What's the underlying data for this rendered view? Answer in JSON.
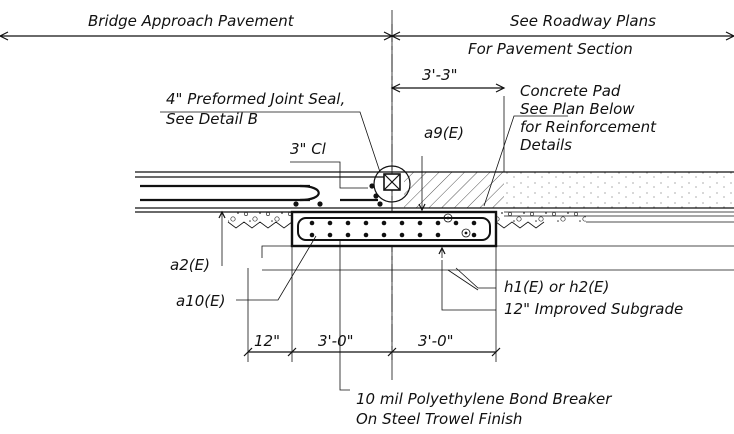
{
  "diagram": {
    "labels": {
      "bridge_approach": "Bridge Approach Pavement",
      "see_roadway_1": "See Roadway Plans",
      "see_roadway_2": "For Pavement Section",
      "dim_pad_width": "3'-3\"",
      "joint_seal_1": "4\" Preformed Joint Seal,",
      "joint_seal_2": "See Detail B",
      "concrete_pad_1": "Concrete Pad",
      "concrete_pad_2": "See Plan Below",
      "concrete_pad_3": "for Reinforcement",
      "concrete_pad_4": "Details",
      "a9": "a9(E)",
      "clear_3": "3\" Cl",
      "a2": "a2(E)",
      "a10": "a10(E)",
      "h1h2": "h1(E) or h2(E)",
      "subgrade": "12\" Improved Subgrade",
      "dim_12": "12\"",
      "dim_3a": "3'-0\"",
      "dim_3b": "3'-0\"",
      "bond_breaker_1": "10 mil Polyethylene Bond Breaker",
      "bond_breaker_2": "On Steel Trowel Finish"
    }
  }
}
